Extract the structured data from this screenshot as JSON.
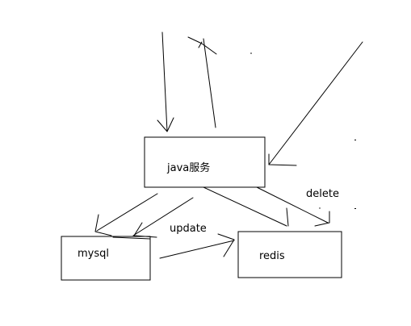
{
  "nodes": {
    "java_service": "java服务",
    "mysql": "mysql",
    "redis": "redis"
  },
  "edge_labels": {
    "update": "update",
    "delete": "delete"
  },
  "colors": {
    "background": "#ffffff",
    "ink": "#000000"
  }
}
